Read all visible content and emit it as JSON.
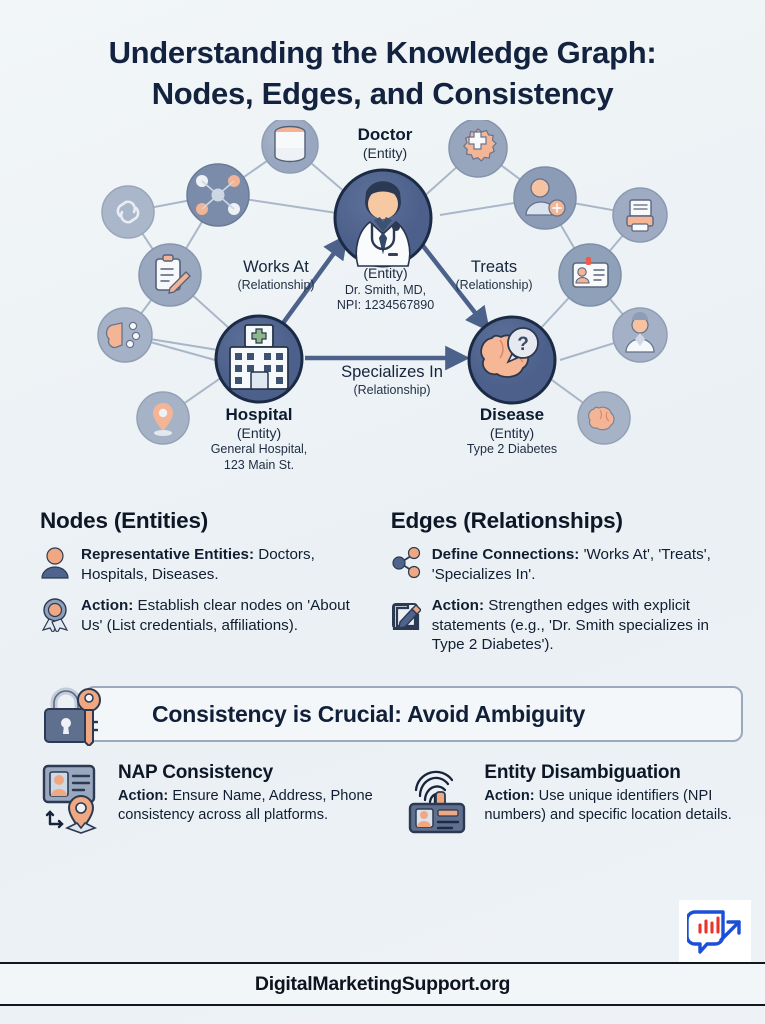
{
  "title": {
    "line1": "Understanding the Knowledge Graph:",
    "line2": "Nodes, Edges, and Consistency"
  },
  "graph": {
    "nodes": [
      {
        "id": "doctor",
        "name": "Doctor",
        "type": "(Entity)",
        "detail_line1": "Dr. Smith, MD,",
        "detail_line2": "NPI: 1234567890",
        "type_below": "(Entity)",
        "icon": "doctor-icon"
      },
      {
        "id": "hospital",
        "name": "Hospital",
        "type": "(Entity)",
        "detail_line1": "General Hospital,",
        "detail_line2": "123 Main St.",
        "icon": "hospital-icon"
      },
      {
        "id": "disease",
        "name": "Disease",
        "type": "(Entity)",
        "detail_line1": "Type 2 Diabetes",
        "detail_line2": "",
        "icon": "brain-question-icon"
      }
    ],
    "edges": [
      {
        "id": "works-at",
        "name": "Works At",
        "type": "(Relationship)"
      },
      {
        "id": "treats",
        "name": "Treats",
        "type": "(Relationship)"
      },
      {
        "id": "specializes-in",
        "name": "Specializes In",
        "type": "(Relationship)"
      }
    ],
    "peripheral_icons": [
      "database-icon",
      "network-icon",
      "link-icon",
      "clipboard-icon",
      "brain-pill-icon",
      "location-pin-icon",
      "gear-cross-icon",
      "patient-icon",
      "document-icon",
      "id-badge-icon",
      "nurse-icon",
      "brain-icon"
    ]
  },
  "nodes_section": {
    "heading": "Nodes (Entities)",
    "bullets": [
      {
        "icon": "person-icon",
        "label": "Representative Entities:",
        "text": " Doctors, Hospitals, Diseases."
      },
      {
        "icon": "award-ribbon-icon",
        "label": "Action:",
        "text": " Establish clear nodes on 'About Us' (List credentials, affiliations)."
      }
    ]
  },
  "edges_section": {
    "heading": "Edges (Relationships)",
    "bullets": [
      {
        "icon": "share-nodes-icon",
        "label": "Define Connections:",
        "text": " 'Works At', 'Treats', 'Specializes In'."
      },
      {
        "icon": "edit-pencil-icon",
        "label": "Action:",
        "text": " Strengthen edges with explicit statements (e.g., 'Dr. Smith specializes in Type 2 Diabetes')."
      }
    ]
  },
  "banner": {
    "text": "Consistency is Crucial: Avoid Ambiguity",
    "icons": [
      "padlock-icon",
      "key-icon"
    ]
  },
  "bottom_blocks": [
    {
      "icon": "id-card-location-icon",
      "heading": "NAP Consistency",
      "label": "Action:",
      "text": " Ensure Name, Address, Phone consistency across all platforms."
    },
    {
      "icon": "fingerprint-badge-icon",
      "heading": "Entity Disambiguation",
      "label": "Action:",
      "text": " Use unique identifiers (NPI numbers) and specific location details."
    }
  ],
  "footer": {
    "text": "DigitalMarketingSupport.org",
    "logo": "chart-arrow-logo"
  },
  "colors": {
    "background": "#eef2f5",
    "title": "#13233f",
    "node_primary": "#52658f",
    "node_peripheral": "#9aa8bf",
    "accent_orange": "#f0a882",
    "edge_line": "#8c9cb3",
    "banner_border": "#9aaabd",
    "logo_red": "#e8342a",
    "logo_blue": "#1b4fd8"
  }
}
